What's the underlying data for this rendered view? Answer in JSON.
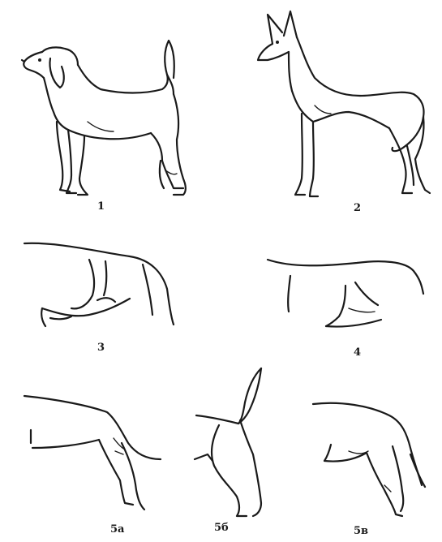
{
  "figures": [
    {
      "id": "fig-1",
      "label": "1"
    },
    {
      "id": "fig-2",
      "label": "2"
    },
    {
      "id": "fig-3",
      "label": "3"
    },
    {
      "id": "fig-4",
      "label": "4"
    },
    {
      "id": "fig-5a",
      "label": "5a"
    },
    {
      "id": "fig-5b",
      "label": "5б"
    },
    {
      "id": "fig-5v",
      "label": "5в"
    }
  ],
  "ink_color": "#1a1a1a",
  "background_color": "#ffffff"
}
